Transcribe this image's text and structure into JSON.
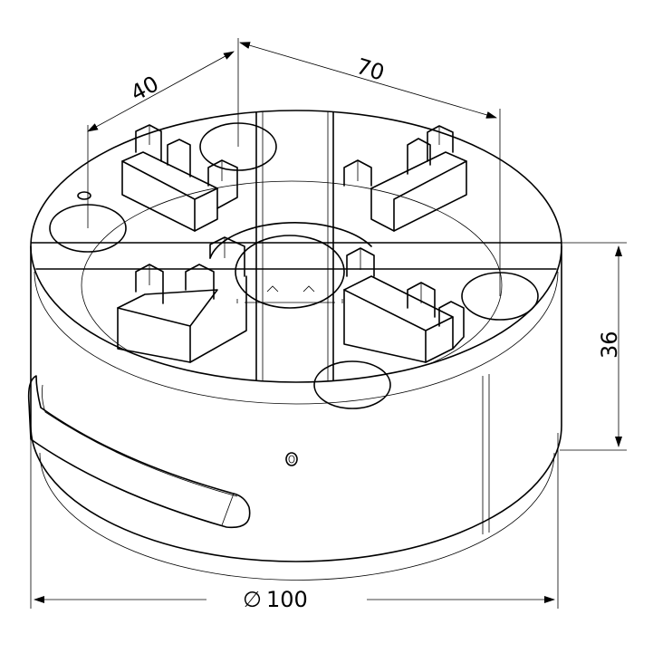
{
  "dimensions": {
    "hole_spacing_short": "40",
    "hole_spacing_long": "70",
    "height": "36",
    "diameter": "100",
    "diameter_symbol": "∅"
  }
}
